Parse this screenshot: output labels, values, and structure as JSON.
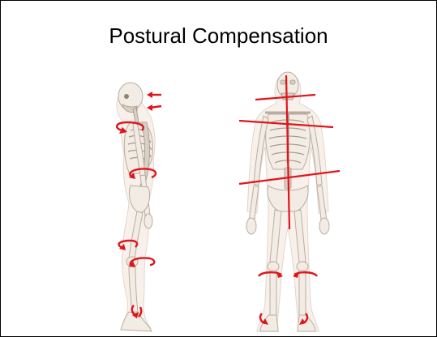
{
  "slide": {
    "title": "Postural Compensation"
  },
  "figure": {
    "lateral_view_icon": "skeleton-side-view",
    "anterior_view_icon": "skeleton-front-view",
    "marker_color": "#e0141b"
  }
}
